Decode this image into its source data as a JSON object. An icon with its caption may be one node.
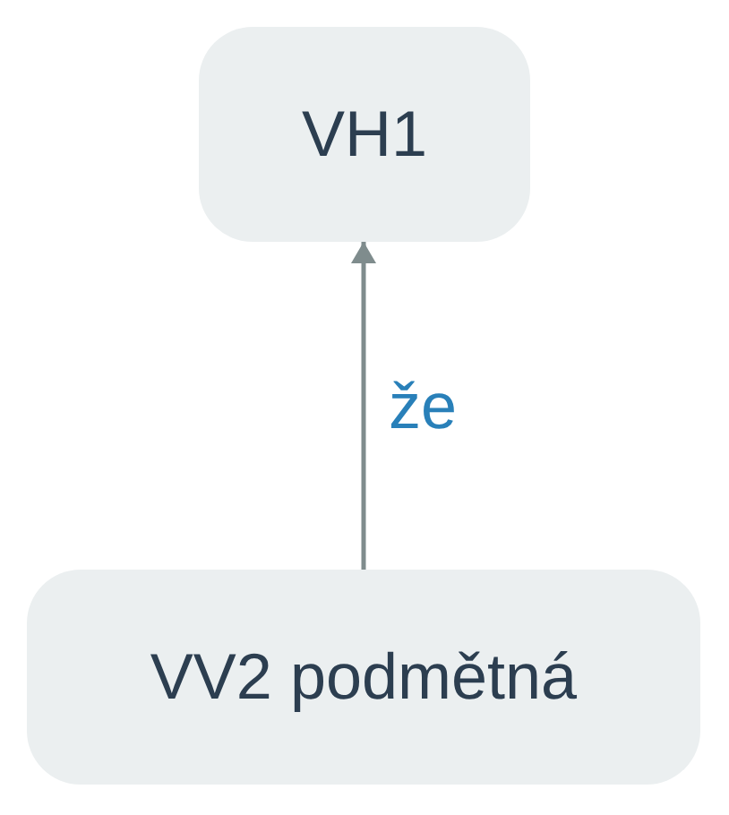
{
  "diagram": {
    "nodes": [
      {
        "text": [
          "VH1"
        ]
      },
      {
        "text": [
          "VV2 podmětná"
        ]
      }
    ],
    "edges": [
      {
        "from": 1,
        "to": 0,
        "arrow": "to",
        "label": "že"
      }
    ]
  }
}
